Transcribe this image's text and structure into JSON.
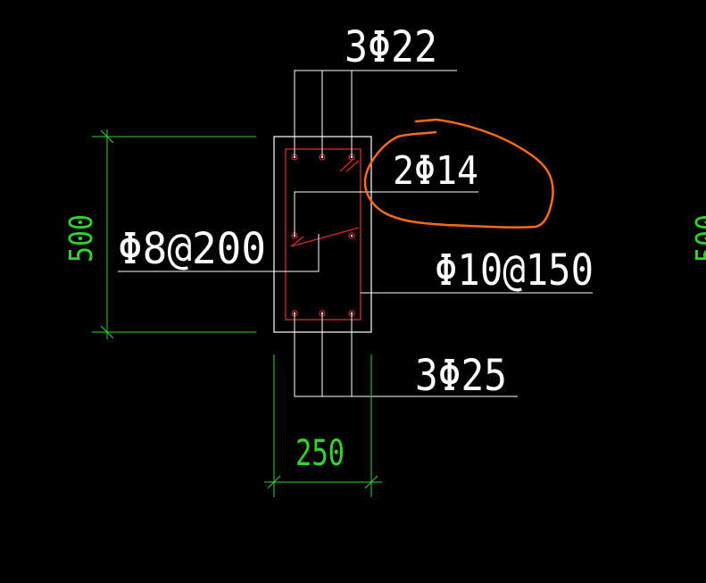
{
  "labels": {
    "top_rebar": "3Φ22",
    "middle_rebar": "2Φ14",
    "stirrup_left": "Φ8@200",
    "stirrup_right": "Φ10@150",
    "bottom_rebar": "3Φ25"
  },
  "dimensions": {
    "height": "500",
    "width": "250",
    "edge_fragment": "500"
  },
  "colors": {
    "background": "#000000",
    "line": "#ffffff",
    "dimension": "#2fd42f",
    "rebar": "#d42a2a",
    "markup": "#ff6a1a"
  }
}
